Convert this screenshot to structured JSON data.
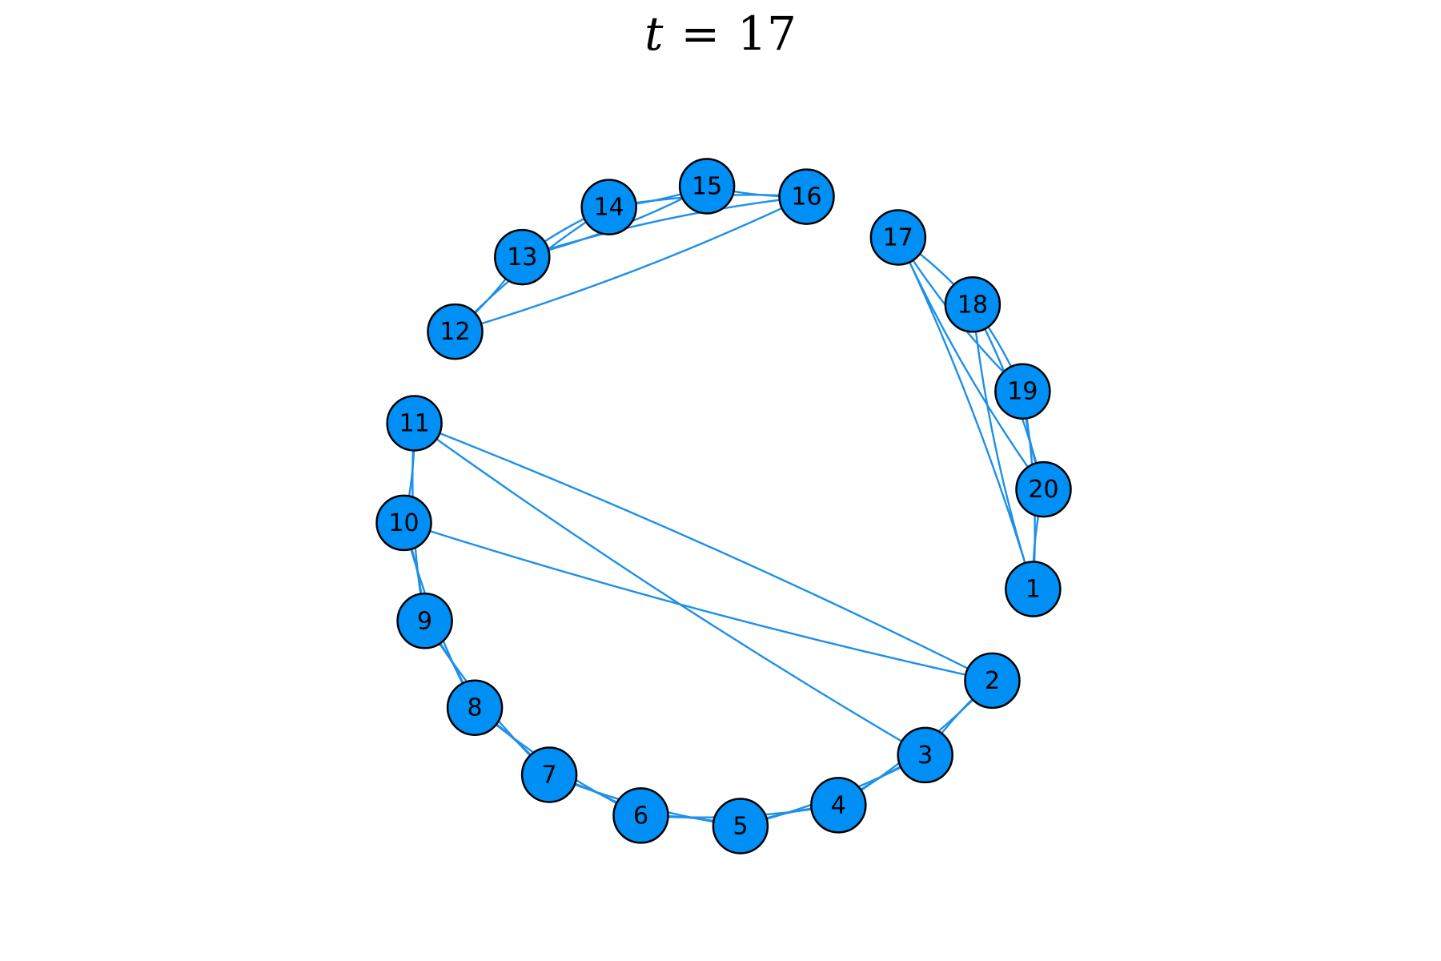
{
  "title": {
    "variable": "t",
    "relation": "=",
    "value": "17"
  },
  "colors": {
    "node_fill": "#008ff5",
    "edge": "#1e90e8",
    "node_outline": "#000000",
    "background": "#ffffff"
  },
  "graph": {
    "layout": "circular",
    "node_count": 20,
    "nodes": [
      {
        "id": "1"
      },
      {
        "id": "2"
      },
      {
        "id": "3"
      },
      {
        "id": "4"
      },
      {
        "id": "5"
      },
      {
        "id": "6"
      },
      {
        "id": "7"
      },
      {
        "id": "8"
      },
      {
        "id": "9"
      },
      {
        "id": "10"
      },
      {
        "id": "11"
      },
      {
        "id": "12"
      },
      {
        "id": "13"
      },
      {
        "id": "14"
      },
      {
        "id": "15"
      },
      {
        "id": "16"
      },
      {
        "id": "17"
      },
      {
        "id": "18"
      },
      {
        "id": "19"
      },
      {
        "id": "20"
      }
    ],
    "edges": [
      [
        "2",
        "3"
      ],
      [
        "2",
        "4"
      ],
      [
        "3",
        "4"
      ],
      [
        "3",
        "5"
      ],
      [
        "4",
        "5"
      ],
      [
        "4",
        "6"
      ],
      [
        "5",
        "6"
      ],
      [
        "5",
        "7"
      ],
      [
        "6",
        "7"
      ],
      [
        "6",
        "8"
      ],
      [
        "7",
        "8"
      ],
      [
        "7",
        "9"
      ],
      [
        "8",
        "9"
      ],
      [
        "8",
        "10"
      ],
      [
        "9",
        "10"
      ],
      [
        "9",
        "11"
      ],
      [
        "10",
        "11"
      ],
      [
        "2",
        "10"
      ],
      [
        "2",
        "11"
      ],
      [
        "3",
        "11"
      ],
      [
        "12",
        "13"
      ],
      [
        "12",
        "14"
      ],
      [
        "12",
        "16"
      ],
      [
        "13",
        "14"
      ],
      [
        "13",
        "15"
      ],
      [
        "13",
        "16"
      ],
      [
        "14",
        "15"
      ],
      [
        "14",
        "16"
      ],
      [
        "15",
        "16"
      ],
      [
        "1",
        "20"
      ],
      [
        "1",
        "19"
      ],
      [
        "1",
        "18"
      ],
      [
        "1",
        "17"
      ],
      [
        "20",
        "19"
      ],
      [
        "20",
        "18"
      ],
      [
        "20",
        "17"
      ],
      [
        "19",
        "18"
      ],
      [
        "19",
        "17"
      ],
      [
        "18",
        "17"
      ]
    ]
  }
}
